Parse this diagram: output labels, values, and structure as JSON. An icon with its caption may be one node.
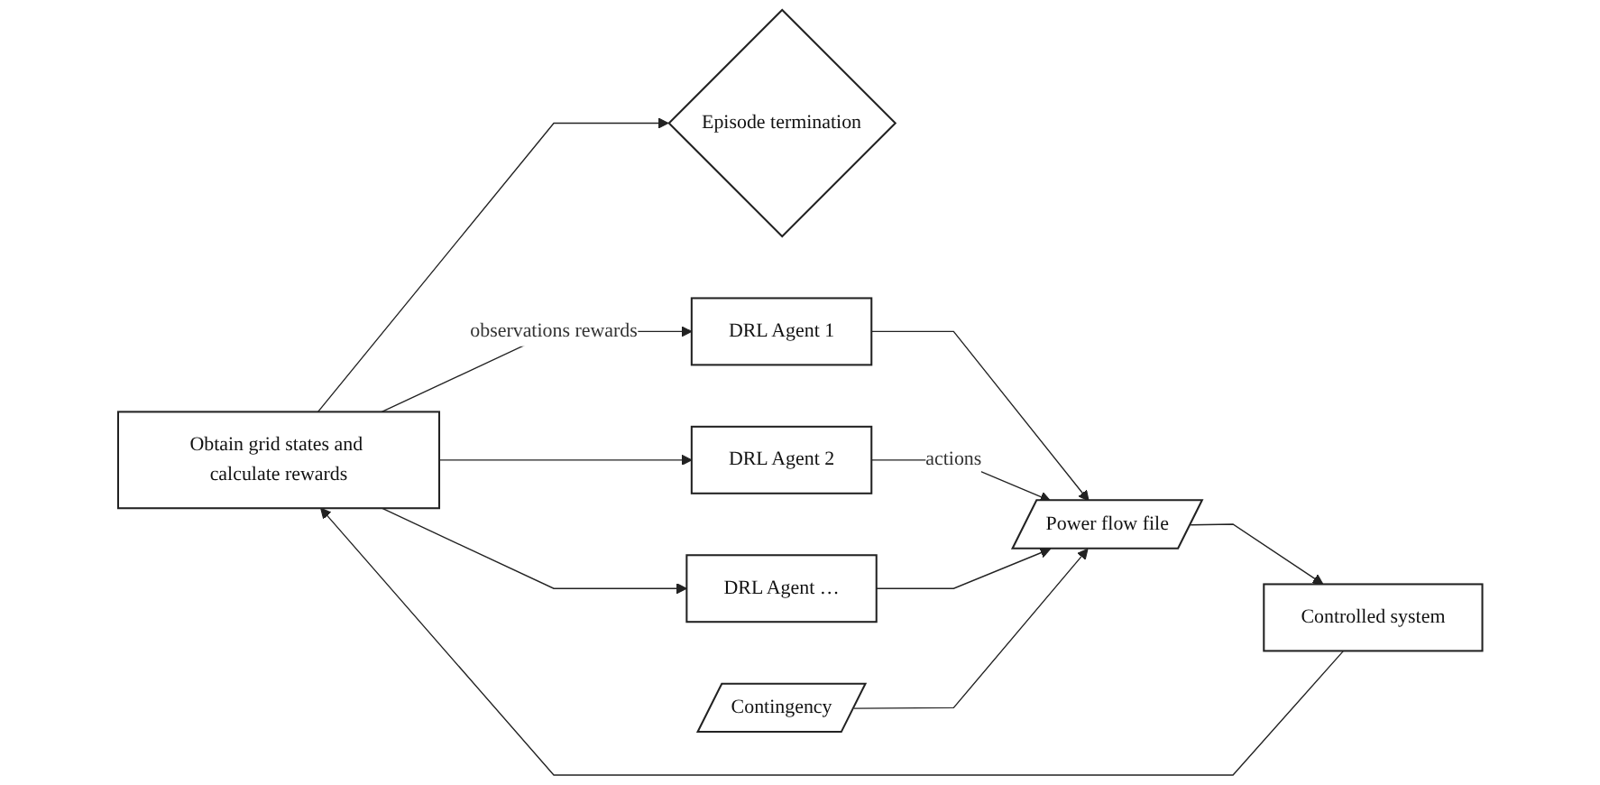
{
  "diagram": {
    "nodes": [
      {
        "text": [
          "Episode termination"
        ]
      },
      {
        "text": [
          "Obtain grid states and calculate rewards"
        ]
      },
      {
        "text": [
          "DRL Agent 1"
        ]
      },
      {
        "text": [
          "DRL Agent 2"
        ]
      },
      {
        "text": [
          "DRL Agent …"
        ]
      },
      {
        "text": [
          "Contingency"
        ]
      },
      {
        "text": [
          "Power flow file"
        ]
      },
      {
        "text": [
          "Controlled system"
        ]
      }
    ],
    "edges": [
      {
        "from": 1,
        "to": 0,
        "arrow": "to"
      },
      {
        "from": 1,
        "to": 2,
        "arrow": "to",
        "label": "observations rewards"
      },
      {
        "from": 1,
        "to": 3,
        "arrow": "to"
      },
      {
        "from": 1,
        "to": 4,
        "arrow": "to"
      },
      {
        "from": 2,
        "to": 6,
        "arrow": "to"
      },
      {
        "from": 3,
        "to": 6,
        "arrow": "to",
        "label": "actions"
      },
      {
        "from": 4,
        "to": 6,
        "arrow": "to"
      },
      {
        "from": 5,
        "to": 6,
        "arrow": "to"
      },
      {
        "from": 6,
        "to": 7,
        "arrow": "to"
      },
      {
        "from": 7,
        "to": 1,
        "arrow": "to"
      }
    ]
  }
}
